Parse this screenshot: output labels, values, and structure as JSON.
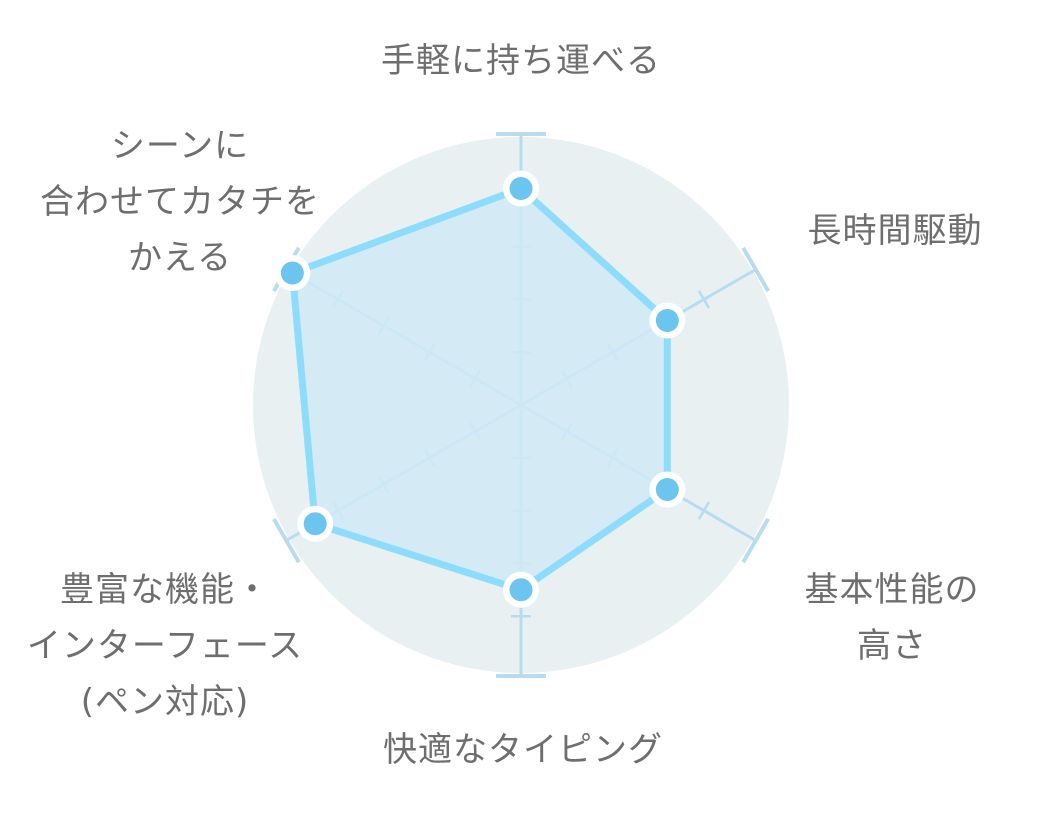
{
  "chart_data": {
    "type": "radar",
    "title": "",
    "scale": {
      "min": 0,
      "max": 5,
      "ticks": [
        1,
        2,
        3,
        4,
        5
      ]
    },
    "axes": [
      {
        "label_lines": [
          "手軽に持ち運べる"
        ],
        "value": 4.1
      },
      {
        "label_lines": [
          "長時間駆動"
        ],
        "value": 3.2
      },
      {
        "label_lines": [
          "基本性能の",
          "高さ"
        ],
        "value": 3.2
      },
      {
        "label_lines": [
          "快適なタイピング"
        ],
        "value": 3.5
      },
      {
        "label_lines": [
          "豊富な機能・",
          "インターフェース",
          "(ペン対応)"
        ],
        "value": 4.5
      },
      {
        "label_lines": [
          "シーンに",
          "合わせてカタチを",
          "かえる"
        ],
        "value": 5.0
      }
    ],
    "grid": true,
    "colors": {
      "background_circle": "#e8f0f2",
      "axis_line": "#b8dced",
      "area_fill": "#d0eaf6",
      "series_line": "#8ddcfb",
      "point_fill": "#6cc5ef",
      "point_ring": "#ffffff",
      "label_text": "#6e6e6e"
    }
  }
}
